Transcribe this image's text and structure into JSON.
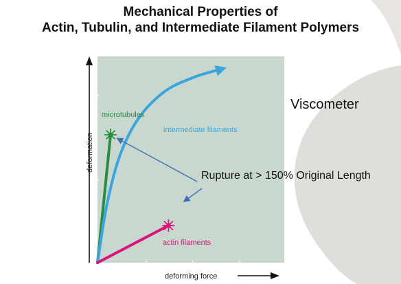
{
  "slide": {
    "title_line1": "Mechanical Properties of",
    "title_line2": "Actin, Tubulin, and Intermediate Filament Polymers",
    "side_label": "Viscometer",
    "annotation": "Rupture at > 150% Original Length"
  },
  "colors": {
    "plot_bg": "#c9d8cf",
    "microtubules": "#2e8b43",
    "intermediate_filaments": "#3aa6dd",
    "actin_filaments": "#d8167a",
    "annotation_arrow": "#3f6fb5",
    "decor_swoosh": "#d6d3cd"
  },
  "chart_data": {
    "type": "line",
    "xlabel": "deforming force",
    "ylabel": "deformation",
    "xlim": [
      0,
      1
    ],
    "ylim": [
      0,
      1
    ],
    "grid": false,
    "series": [
      {
        "name": "microtubules",
        "color_key": "microtubules",
        "points": [
          [
            0,
            0
          ],
          [
            0.07,
            0.62
          ]
        ],
        "end_marker": "rupture-star",
        "arrow_end": false
      },
      {
        "name": "intermediate filaments",
        "color_key": "intermediate_filaments",
        "points": [
          [
            0,
            0
          ],
          [
            0.05,
            0.28
          ],
          [
            0.12,
            0.52
          ],
          [
            0.22,
            0.7
          ],
          [
            0.36,
            0.83
          ],
          [
            0.52,
            0.9
          ],
          [
            0.67,
            0.94
          ]
        ],
        "end_marker": "none",
        "arrow_end": true
      },
      {
        "name": "actin filaments",
        "color_key": "actin_filaments",
        "points": [
          [
            0,
            0
          ],
          [
            0.38,
            0.18
          ]
        ],
        "end_marker": "rupture-star",
        "arrow_end": false
      }
    ],
    "annotations": [
      {
        "text_key": "slide.annotation",
        "points_to_series": [
          "microtubules",
          "actin filaments"
        ]
      }
    ]
  }
}
